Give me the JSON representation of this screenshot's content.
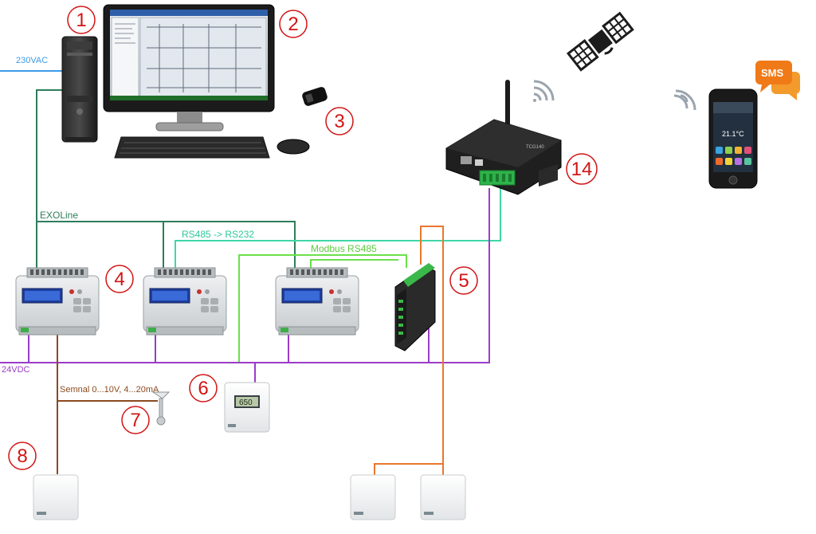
{
  "colors": {
    "exoline": "#2e7d5a",
    "rs485_rs232": "#3fd6a6",
    "modbus": "#6be04a",
    "power": "#9a3cc8",
    "signal": "#8b4a1e",
    "orange": "#e8772e",
    "ac": "#3b9be8",
    "marker": "#d21414"
  },
  "labels": {
    "ac": "230VAC",
    "exoline": "EXOLine",
    "rs485": "RS485 -> RS232",
    "modbus": "Modbus RS485",
    "dc": "24VDC",
    "signal": "Semnal 0...10V, 4...20mA",
    "sms": "SMS",
    "phone_temp": "21.1°C",
    "gsm_model": "TCG140",
    "sensor_display": "650"
  },
  "markers": [
    "1",
    "2",
    "3",
    "4",
    "5",
    "6",
    "7",
    "8",
    "14"
  ]
}
